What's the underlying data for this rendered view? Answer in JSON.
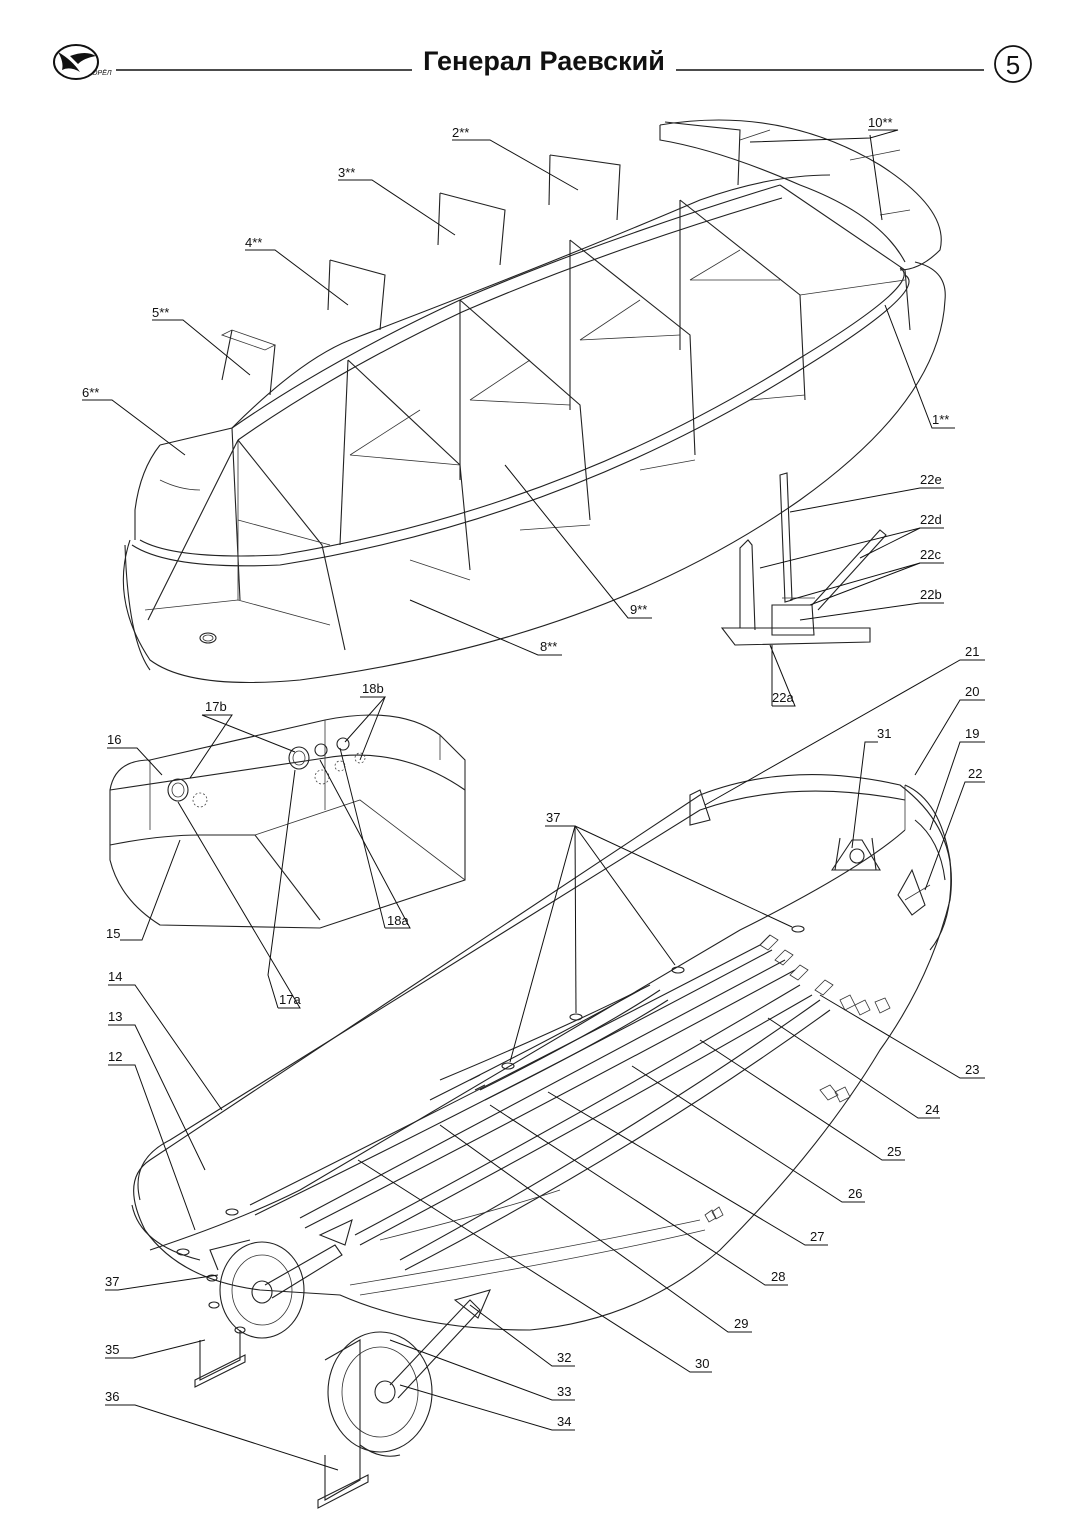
{
  "header": {
    "brand": "ОРЁЛ",
    "title": "Генерал Раевский",
    "page_number": "5"
  },
  "labels": {
    "l1": "1**",
    "l2": "2**",
    "l3": "3**",
    "l4": "4**",
    "l5": "5**",
    "l6": "6**",
    "l8": "8**",
    "l9": "9**",
    "l10": "10**",
    "l12": "12",
    "l13": "13",
    "l14": "14",
    "l15": "15",
    "l16": "16",
    "l17a": "17a",
    "l17b": "17b",
    "l18a": "18a",
    "l18b": "18b",
    "l19": "19",
    "l20": "20",
    "l21": "21",
    "l22": "22",
    "l22a": "22a",
    "l22b": "22b",
    "l22c": "22c",
    "l22d": "22d",
    "l22e": "22e",
    "l23": "23",
    "l24": "24",
    "l25": "25",
    "l26": "26",
    "l27": "27",
    "l28": "28",
    "l29": "29",
    "l30": "30",
    "l31": "31",
    "l32": "32",
    "l33": "33",
    "l34": "34",
    "l35": "35",
    "l36": "36",
    "l37a": "37",
    "l37b": "37"
  },
  "icons": {
    "logo": "eagle-logo-icon",
    "page_badge": "circled-number"
  }
}
